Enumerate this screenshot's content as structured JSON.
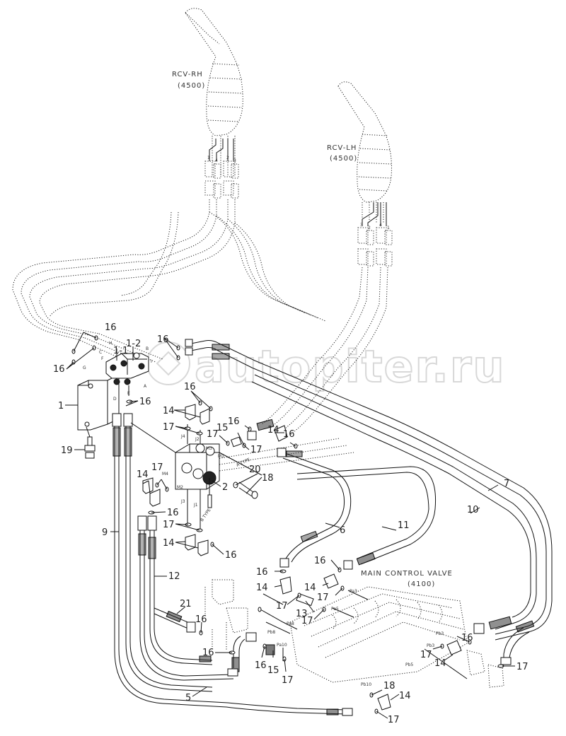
{
  "diagram": {
    "watermark": "autopiter.ru",
    "components": {
      "rcv_rh": {
        "name": "RCV-RH",
        "code": "(4500)",
        "ports": [
          "1",
          "4",
          "2",
          "3"
        ]
      },
      "rcv_lh": {
        "name": "RCV-LH",
        "code": "(4500)",
        "ports": [
          "3",
          "2",
          "4",
          "1"
        ]
      },
      "mcv": {
        "name": "MAIN CONTROL VALVE",
        "code": "(4100)"
      }
    },
    "block_marks": {
      "j4": "J4",
      "j2": "J2",
      "j3": "J3",
      "j1": "J1",
      "m3": "M3",
      "m1": "M1",
      "m4": "M4",
      "m2": "M2",
      "a_type": "A TYPE",
      "b_type": "B TYPE",
      "f": "F",
      "g": "G",
      "h": "H",
      "i": "I",
      "e": "E",
      "d": "D",
      "c": "C",
      "b": "B",
      "a": "A"
    },
    "port_marks": {
      "pa3": "Pa3",
      "pa5": "Pa5",
      "pa8": "Pa8",
      "pb8": "Pb8",
      "pa10": "Pa10",
      "pb10": "Pb10",
      "pb3": "Pb3",
      "pb5": "Pb5",
      "pb3b": "Pb3"
    },
    "callouts": [
      {
        "id": "c1",
        "text": "1"
      },
      {
        "id": "c1-1",
        "text": "1-1"
      },
      {
        "id": "c1-2",
        "text": "1-2"
      },
      {
        "id": "c2",
        "text": "2"
      },
      {
        "id": "c5",
        "text": "5"
      },
      {
        "id": "c6",
        "text": "6"
      },
      {
        "id": "c7",
        "text": "7"
      },
      {
        "id": "c9",
        "text": "9"
      },
      {
        "id": "c10",
        "text": "10"
      },
      {
        "id": "c11",
        "text": "11"
      },
      {
        "id": "c12",
        "text": "12"
      },
      {
        "id": "c13",
        "text": "13"
      },
      {
        "id": "c14a",
        "text": "14"
      },
      {
        "id": "c14b",
        "text": "14"
      },
      {
        "id": "c14c",
        "text": "14"
      },
      {
        "id": "c14d",
        "text": "14"
      },
      {
        "id": "c14e",
        "text": "14"
      },
      {
        "id": "c14f",
        "text": "14"
      },
      {
        "id": "c14g",
        "text": "14"
      },
      {
        "id": "c14h",
        "text": "14"
      },
      {
        "id": "c15a",
        "text": "15"
      },
      {
        "id": "c15b",
        "text": "15"
      },
      {
        "id": "c16a",
        "text": "16"
      },
      {
        "id": "c16b",
        "text": "16"
      },
      {
        "id": "c16c",
        "text": "16"
      },
      {
        "id": "c16d",
        "text": "16"
      },
      {
        "id": "c16e",
        "text": "16"
      },
      {
        "id": "c16f",
        "text": "16"
      },
      {
        "id": "c16g",
        "text": "16"
      },
      {
        "id": "c16h",
        "text": "16"
      },
      {
        "id": "c16i",
        "text": "16"
      },
      {
        "id": "c16j",
        "text": "16"
      },
      {
        "id": "c16k",
        "text": "16"
      },
      {
        "id": "c16l",
        "text": "16"
      },
      {
        "id": "c16m",
        "text": "16"
      },
      {
        "id": "c16n",
        "text": "16"
      },
      {
        "id": "c16o",
        "text": "16"
      },
      {
        "id": "c16p",
        "text": "16"
      },
      {
        "id": "c16q",
        "text": "16"
      },
      {
        "id": "c17a",
        "text": "17"
      },
      {
        "id": "c17b",
        "text": "17"
      },
      {
        "id": "c17c",
        "text": "17"
      },
      {
        "id": "c17d",
        "text": "17"
      },
      {
        "id": "c17e",
        "text": "17"
      },
      {
        "id": "c17f",
        "text": "17"
      },
      {
        "id": "c17g",
        "text": "17"
      },
      {
        "id": "c17h",
        "text": "17"
      },
      {
        "id": "c17i",
        "text": "17"
      },
      {
        "id": "c17j",
        "text": "17"
      },
      {
        "id": "c17k",
        "text": "17"
      },
      {
        "id": "c17l",
        "text": "17"
      },
      {
        "id": "c18",
        "text": "18"
      },
      {
        "id": "c19",
        "text": "19"
      },
      {
        "id": "c20",
        "text": "20"
      },
      {
        "id": "c21",
        "text": "21"
      }
    ]
  }
}
